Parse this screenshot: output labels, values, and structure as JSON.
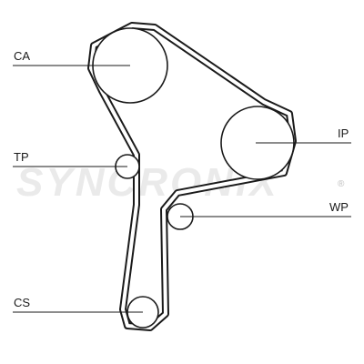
{
  "watermark": {
    "text": "SYNCRONIX",
    "mark": "®"
  },
  "labels": {
    "ca": "CA",
    "ip": "IP",
    "tp": "TP",
    "wp": "WP",
    "cs": "CS"
  },
  "colors": {
    "ink": "#1a1a1a",
    "watermark": "#d9d9d9"
  }
}
